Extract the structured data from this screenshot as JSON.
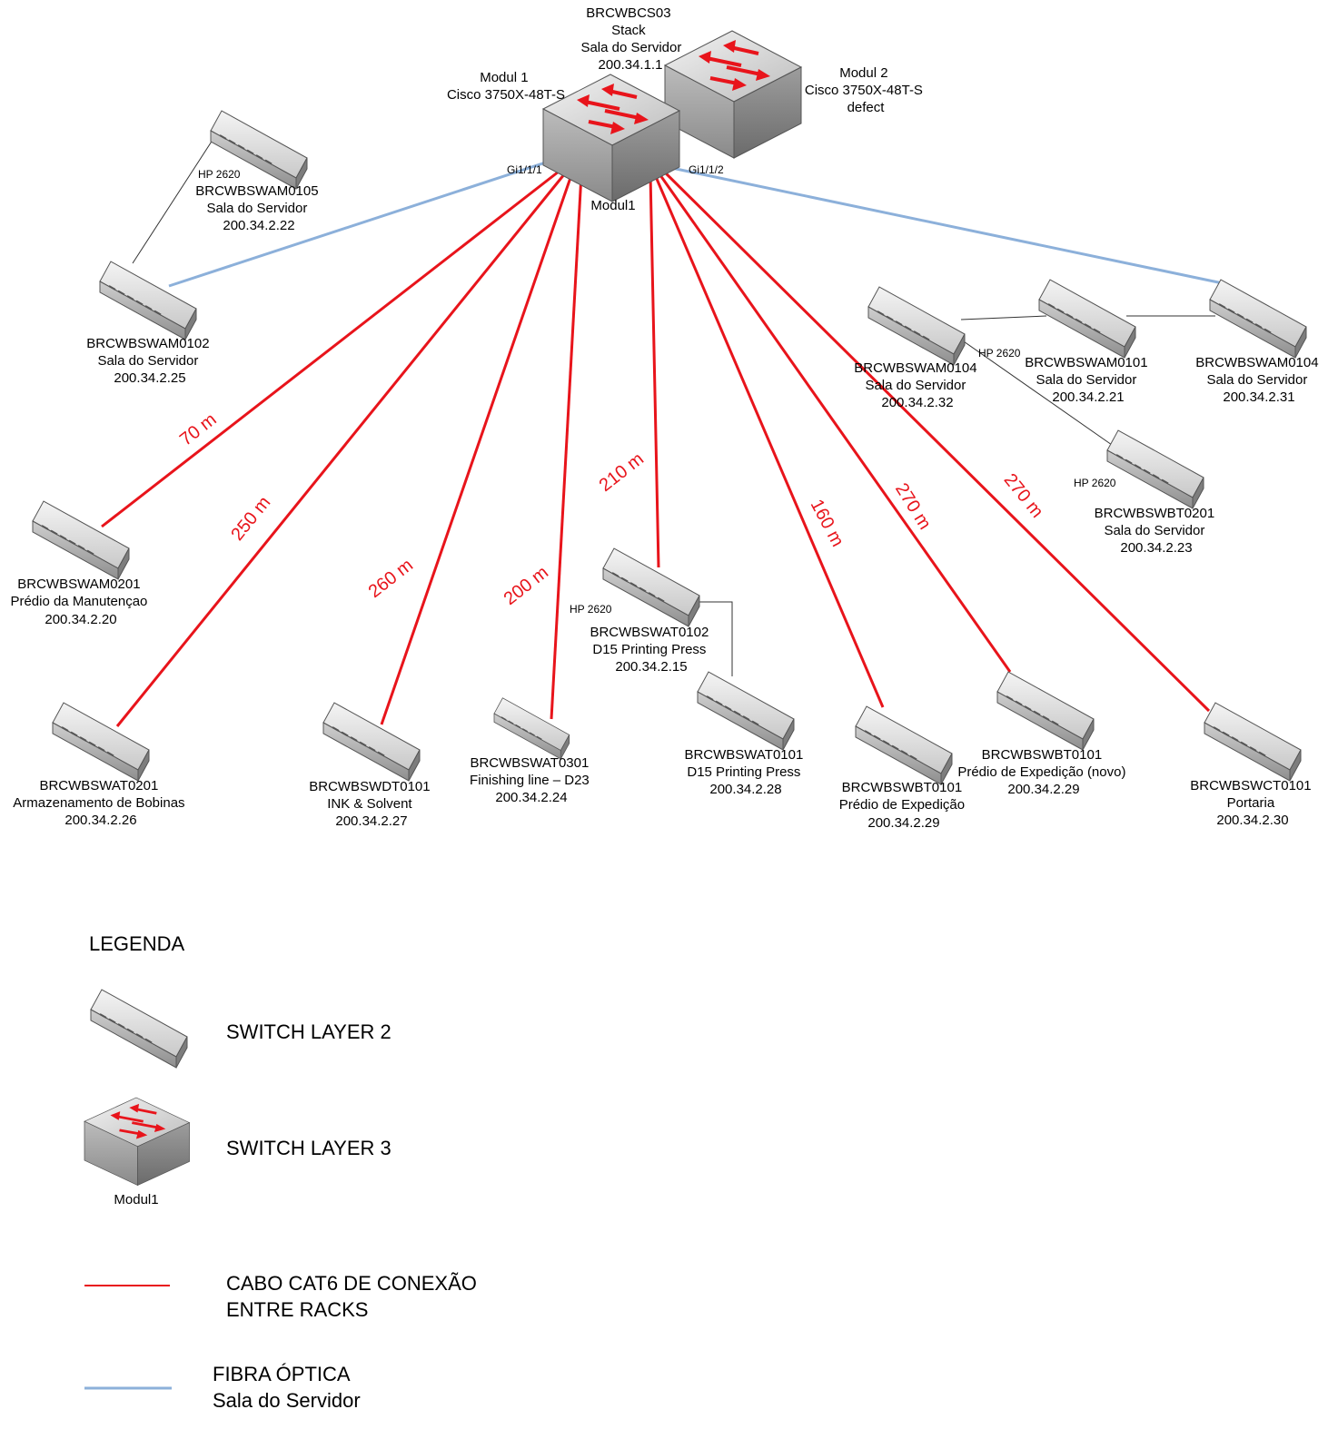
{
  "colors": {
    "cat6": "#e8141b",
    "fiber": "#8cb0da",
    "thin": "#333333"
  },
  "core": {
    "stack": [
      "BRCWBCS03",
      "Stack",
      "Sala do Servidor",
      "200.34.1.1"
    ],
    "modul1_label": [
      "Modul 1",
      "Cisco 3750X-48T-S"
    ],
    "modul2_label": [
      "Modul 2",
      "Cisco 3750X-48T-S",
      "defect"
    ],
    "modul1_caption": "Modul1",
    "port_left": "Gi1/1/1",
    "port_right": "Gi1/1/2"
  },
  "switches": {
    "am0105": [
      "HP 2620",
      "BRCWBSWAM0105",
      "Sala do Servidor",
      "200.34.2.22"
    ],
    "am0102": [
      "BRCWBSWAM0102",
      "Sala do Servidor",
      "200.34.2.25"
    ],
    "am0201": [
      "BRCWBSWAM0201",
      "Prédio da Manutençao",
      "200.34.2.20"
    ],
    "at0201": [
      "BRCWBSWAT0201",
      "Armazenamento de Bobinas",
      "200.34.2.26"
    ],
    "dt0101": [
      "BRCWBSWDT0101",
      "INK & Solvent",
      "200.34.2.27"
    ],
    "at0301": [
      "BRCWBSWAT0301",
      "Finishing line – D23",
      "200.34.2.24"
    ],
    "at0102": [
      "HP 2620",
      "BRCWBSWAT0102",
      "D15 Printing Press",
      "200.34.2.15"
    ],
    "at0101": [
      "BRCWBSWAT0101",
      "D15 Printing Press",
      "200.34.2.28"
    ],
    "bt0101a": [
      "BRCWBSWBT0101",
      "Prédio de Expedição",
      "200.34.2.29"
    ],
    "bt0101b": [
      "BRCWBSWBT0101",
      "Prédio de Expedição (novo)",
      "200.34.2.29"
    ],
    "ct0101": [
      "BRCWBSWCT0101",
      "Portaria",
      "200.34.2.30"
    ],
    "am0104a": [
      "HP 2620",
      "BRCWBSWAM0104",
      "Sala do Servidor",
      "200.34.2.32"
    ],
    "am0101": [
      "BRCWBSWAM0101",
      "Sala do Servidor",
      "200.34.2.21"
    ],
    "am0104b": [
      "BRCWBSWAM0104",
      "Sala do Servidor",
      "200.34.2.31"
    ],
    "bt0201": [
      "HP 2620",
      "BRCWBSWBT0201",
      "Sala do Servidor",
      "200.34.2.23"
    ]
  },
  "distances": {
    "am0201": "70 m",
    "at0201": "250 m",
    "dt0101": "260 m",
    "at0301": "200 m",
    "at0102": "210 m",
    "bt0101a": "160 m",
    "bt0101b": "270 m",
    "ct0101": "270 m"
  },
  "legend": {
    "title": "LEGENDA",
    "layer2": "SWITCH LAYER 2",
    "layer3": "SWITCH LAYER 3",
    "layer3_caption": "Modul1",
    "cat6": [
      "CABO CAT6 DE CONEXÃO",
      "ENTRE RACKS"
    ],
    "fiber": [
      "FIBRA ÓPTICA",
      "Sala do Servidor"
    ]
  }
}
